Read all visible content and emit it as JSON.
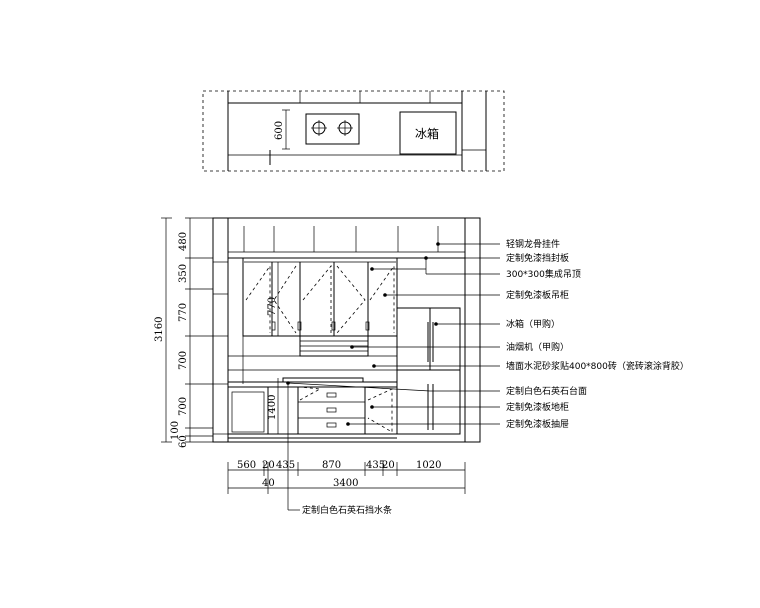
{
  "plan": {
    "fridge_label": "冰箱",
    "depth_dim": "600"
  },
  "elevation": {
    "vertical_dims": [
      "480",
      "350",
      "770",
      "700",
      "700",
      "100",
      "60"
    ],
    "total_height": "3160",
    "inner_dim_upper": "770",
    "inner_dim_lower": "1400",
    "horizontal_dims": [
      "560",
      "20",
      "435",
      "870",
      "435",
      "20",
      "1020"
    ],
    "bottom_dim_small": "40",
    "total_width": "3400"
  },
  "annotations": [
    "轻钢龙骨挂件",
    "定制免漆挡封板",
    "300*300集成吊顶",
    "定制免漆板吊柜",
    "冰箱（甲购）",
    "油烟机（甲购）",
    "墙面水泥砂浆贴400*800砖（瓷砖滚涂背胶）",
    "定制白色石英石台面",
    "定制免漆板地柜",
    "定制免漆板抽屉"
  ],
  "bottom_annotation": "定制白色石英石挡水条"
}
